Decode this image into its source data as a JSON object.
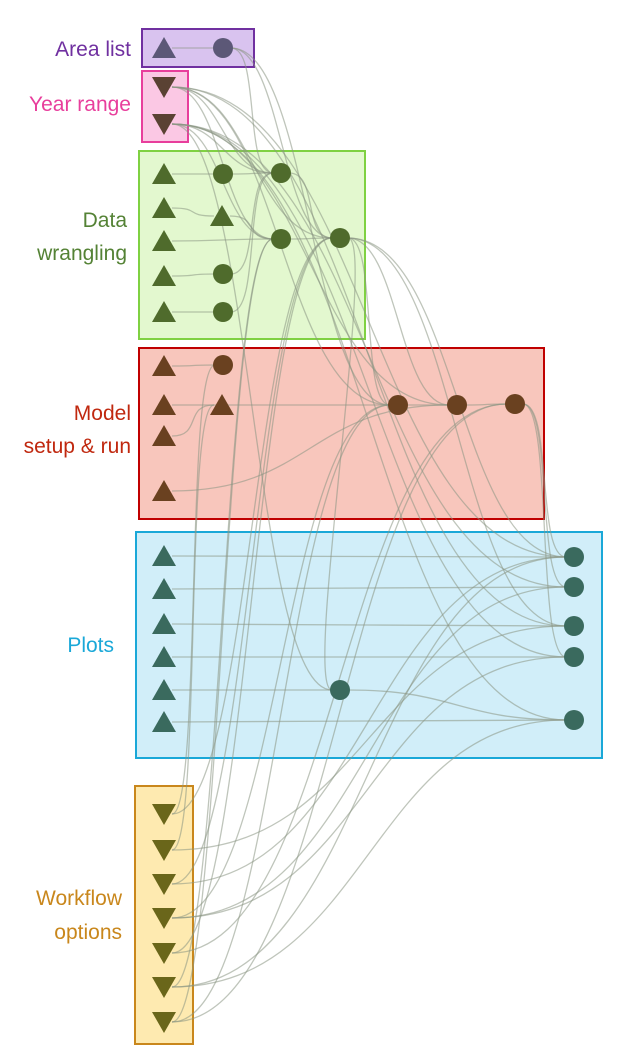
{
  "groups": [
    {
      "id": "area",
      "label_lines": [
        "Area list"
      ],
      "fill": "#d9c3ef",
      "stroke": "#7030a0",
      "text_color": "#7030a0"
    },
    {
      "id": "year",
      "label_lines": [
        "Year range"
      ],
      "fill": "#fbc8e4",
      "stroke": "#e83e9c",
      "text_color": "#e83e9c"
    },
    {
      "id": "data",
      "label_lines": [
        "Data",
        "wrangling"
      ],
      "fill": "#e3f8cf",
      "stroke": "#7fd142",
      "text_color": "#548235"
    },
    {
      "id": "model",
      "label_lines": [
        "Model",
        "setup & run"
      ],
      "fill": "#f8c6bc",
      "stroke": "#c00000",
      "text_color": "#c0280f"
    },
    {
      "id": "plots",
      "label_lines": [
        "Plots"
      ],
      "fill": "#d1eef9",
      "stroke": "#1aa8d8",
      "text_color": "#1aa8d8"
    },
    {
      "id": "workflow",
      "label_lines": [
        "Workflow",
        "options"
      ],
      "fill": "#feeab0",
      "stroke": "#c9871c",
      "text_color": "#c9871c"
    }
  ],
  "node_colors": {
    "area": "#5c5877",
    "year": "#5a4233",
    "data": "#4f6b2c",
    "model": "#6a4120",
    "plots": "#3a6a5e",
    "workflow": "#6a661a"
  },
  "edge_color": "#8a9683"
}
